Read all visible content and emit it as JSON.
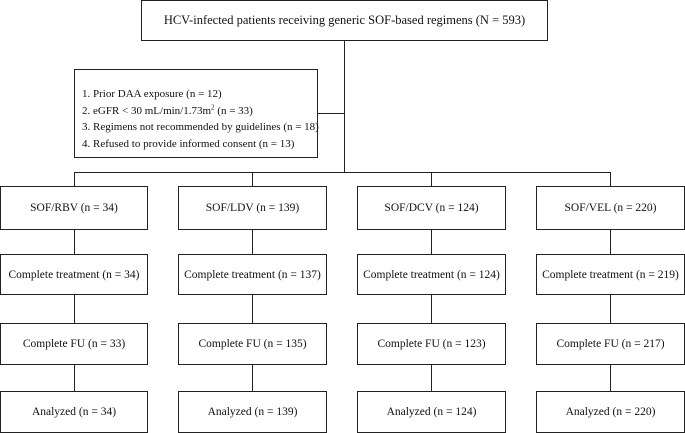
{
  "top": {
    "label": "HCV-infected patients receiving generic SOF-based regimens (N = 593)"
  },
  "exclusions": {
    "items": [
      "1. Prior DAA exposure (n = 12)",
      "2. eGFR < 30 mL/min/1.73m",
      "3. Regimens not recommended by guidelines (n = 18)",
      "4. Refused to provide  informed consent (n = 13)"
    ],
    "item2_superscript": "2",
    "item2_suffix": " (n = 33)"
  },
  "groups": [
    {
      "regimen": "SOF/RBV (n = 34)",
      "treatment": "Complete treatment (n = 34)",
      "fu": "Complete FU (n = 33)",
      "analyzed": "Analyzed (n = 34)"
    },
    {
      "regimen": "SOF/LDV (n = 139)",
      "treatment": "Complete treatment (n = 137)",
      "fu": "Complete FU (n = 135)",
      "analyzed": "Analyzed (n = 139)"
    },
    {
      "regimen": "SOF/DCV (n = 124)",
      "treatment": "Complete treatment (n = 124)",
      "fu": "Complete FU (n = 123)",
      "analyzed": "Analyzed (n = 124)"
    },
    {
      "regimen": "SOF/VEL (n = 220)",
      "treatment": "Complete treatment (n = 219)",
      "fu": "Complete FU (n = 217)",
      "analyzed": "Analyzed (n = 220)"
    }
  ]
}
